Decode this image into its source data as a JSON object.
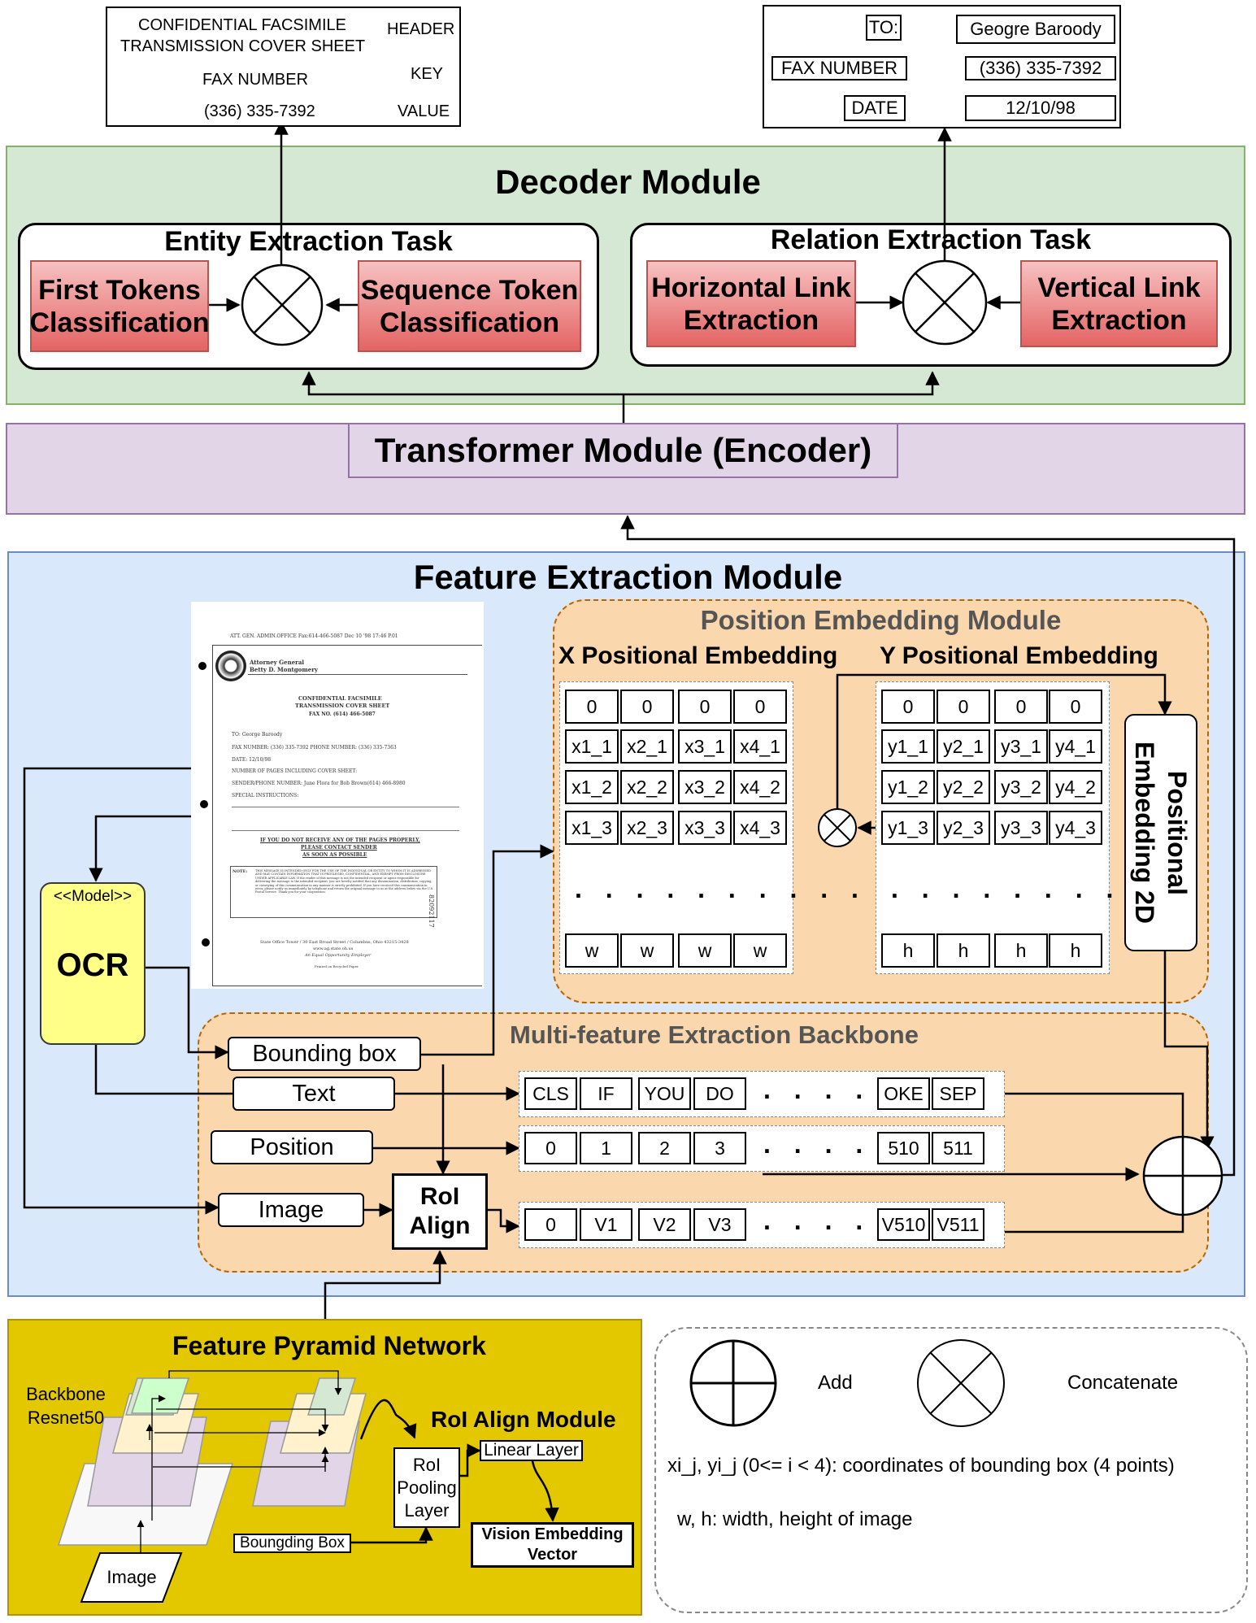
{
  "top_left_doc": {
    "line1": "CONFIDENTIAL FACSIMILE",
    "line2": "TRANSMISSION COVER SHEET",
    "fax_label": "FAX NUMBER",
    "fax_value": "(336) 335-7392",
    "header": "HEADER",
    "key": "KEY",
    "value": "VALUE"
  },
  "top_right_relations": {
    "to_label": "TO:",
    "to_value": "Geogre Baroody",
    "fax_label": "FAX NUMBER",
    "fax_value": "(336) 335-7392",
    "date_label": "DATE",
    "date_value": "12/10/98"
  },
  "decoder": {
    "title": "Decoder Module",
    "entity_task": "Entity Extraction Task",
    "first_tokens": "First Tokens Classification",
    "sequence_token": "Sequence Token Classification",
    "relation_task": "Relation Extraction Task",
    "horizontal_link": "Horizontal Link Extraction",
    "vertical_link": "Vertical Link Extraction"
  },
  "encoder": {
    "title": "Transformer Module (Encoder)"
  },
  "feature_extraction": {
    "title": "Feature Extraction Module",
    "ocr_stereotype": "<<Model>>",
    "ocr": "OCR",
    "position_embedding": {
      "title": "Position Embedding Module",
      "x_title": "X Positional Embedding",
      "y_title": "Y Positional Embedding",
      "x_rows": [
        [
          "0",
          "0",
          "0",
          "0"
        ],
        [
          "x1_1",
          "x2_1",
          "x3_1",
          "x4_1"
        ],
        [
          "x1_2",
          "x2_2",
          "x3_2",
          "x4_2"
        ],
        [
          "x1_3",
          "x2_3",
          "x3_3",
          "x4_3"
        ]
      ],
      "x_last": [
        "w",
        "w",
        "w",
        "w"
      ],
      "y_rows": [
        [
          "0",
          "0",
          "0",
          "0"
        ],
        [
          "y1_1",
          "y2_1",
          "y3_1",
          "y4_1"
        ],
        [
          "y1_2",
          "y2_2",
          "y3_2",
          "y4_2"
        ],
        [
          "y1_3",
          "y2_3",
          "y3_3",
          "y4_3"
        ]
      ],
      "y_last": [
        "h",
        "h",
        "h",
        "h"
      ],
      "positional_2d": "Positional Embedding 2D",
      "ellipsis": ". . . . . . . . . ."
    },
    "backbone": {
      "title": "Multi-feature Extraction Backbone",
      "bounding_box": "Bounding box",
      "text": "Text",
      "position": "Position",
      "image": "Image",
      "roi_align": "RoI Align",
      "text_tokens": [
        "CLS",
        "IF",
        "YOU",
        "DO",
        "OKE",
        "SEP"
      ],
      "position_tokens": [
        "0",
        "1",
        "2",
        "3",
        "510",
        "511"
      ],
      "vision_tokens": [
        "0",
        "V1",
        "V2",
        "V3",
        "V510",
        "V511"
      ],
      "ellipsis": ". . . . . . ."
    },
    "scanned_doc": {
      "header_line": "ATT. GEN. ADMIN.OFFICE Fax:614-466-5087        Dec 10 '98   17:46     P.01",
      "org1": "Attorney General",
      "org2": "Betty D. Montgomery",
      "t1": "CONFIDENTIAL FACSIMILE",
      "t2": "TRANSMISSION COVER SHEET",
      "t3": "FAX NO. (614) 466-5087",
      "to": "TO:  George Baroody",
      "fax": "FAX NUMBER:  (336) 335-7392      PHONE NUMBER: (336) 335-7363",
      "date": "DATE:  12/10/98",
      "pages": "NUMBER OF PAGES INCLUDING COVER SHEET:",
      "sender": "SENDER/PHONE NUMBER:  June Flora for Bob Brown(614) 466-8980",
      "special": "SPECIAL INSTRUCTIONS:",
      "warn1": "IF YOU DO NOT RECEIVE ANY OF THE PAGES PROPERLY,",
      "warn2": "PLEASE CONTACT SENDER",
      "warn3": "AS SOON AS POSSIBLE",
      "note_label": "NOTE:",
      "note": "THIS MESSAGE IS INTENDED ONLY FOR THE USE OF THE INDIVIDUAL OR ENTITY TO WHOM IT IS ADDRESSED AND MAY CONTAIN INFORMATION THAT IS PRIVILEGED, CONFIDENTIAL, AND EXEMPT FROM DISCLOSURE UNDER APPLICABLE LAW. If the reader of this message is not the intended recipient or agent responsible for delivering the message to the intended recipient, you are hereby notified that any dissemination, distribution, copying, or conveying of this communication in any manner is strictly prohibited. If you have received this communication in error, please notify us immediately by telephone and return the original message to us at the address below via the U.S. Postal Service. Thank you for your cooperation.",
      "side_code": "82092117",
      "footer1": "State Office Tower / 30 East Broad Street / Columbus, Ohio 43215-3428",
      "footer2": "www.ag.state.oh.us",
      "footer3": "An Equal Opportunity Employer",
      "footer4": "Printed on Recycled Paper"
    }
  },
  "fpn": {
    "title": "Feature Pyramid Network",
    "backbone_label": "Backbone Resnet50",
    "roi_align_module": "RoI Align Module",
    "roi_pooling": "RoI Pooling Layer",
    "linear_layer": "Linear Layer",
    "vision_vector": "Vision Embedding Vector",
    "bounding_box": "Boungding Box",
    "image": "Image"
  },
  "legend": {
    "add": "Add",
    "concatenate": "Concatenate",
    "coords_note": "xi_j, yi_j (0<= i < 4): coordinates of bounding box (4 points)",
    "wh_note": "w, h: width, height of image"
  },
  "colors": {
    "decoder_bg": "#d5e8d4",
    "decoder_border": "#82b366",
    "encoder_bg": "#e1d5e7",
    "encoder_border": "#9673a6",
    "feature_bg": "#dae8fc",
    "feature_border": "#6c8ebf",
    "orange_bg": "#fad7ac",
    "orange_border": "#b46504",
    "red_top": "#f8cecc",
    "red_border": "#b85450",
    "ocr_bg": "#ffff88",
    "ocr_border": "#36393d",
    "fpn_bg": "#e3c800",
    "fpn_border": "#b09500"
  }
}
